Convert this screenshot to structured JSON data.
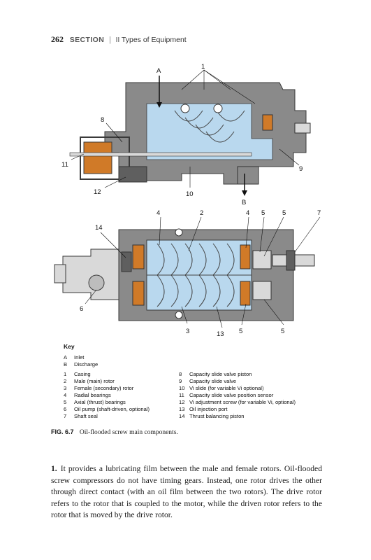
{
  "header": {
    "page_number": "262",
    "section": "SECTION",
    "part_roman": "II",
    "part_title": "Types of Equipment"
  },
  "figure": {
    "top_callouts": [
      "A",
      "1",
      "8",
      "11",
      "9",
      "12",
      "10",
      "B"
    ],
    "bottom_callouts": [
      "4",
      "2",
      "4",
      "5",
      "5",
      "7",
      "14",
      "6",
      "3",
      "13",
      "5",
      "5"
    ]
  },
  "key": {
    "title": "Key",
    "left_column": [
      {
        "n": "A",
        "label": "Inlet"
      },
      {
        "n": "B",
        "label": "Discharge"
      },
      {
        "n": "1",
        "label": "Casing"
      },
      {
        "n": "2",
        "label": "Male (main) rotor"
      },
      {
        "n": "3",
        "label": "Female (secondary) rotor"
      },
      {
        "n": "4",
        "label": "Radial bearings"
      },
      {
        "n": "5",
        "label": "Axial (thrust) bearings"
      },
      {
        "n": "6",
        "label": "Oil pump (shaft-driven, optional)"
      },
      {
        "n": "7",
        "label": "Shaft seal"
      }
    ],
    "right_column": [
      {
        "n": "8",
        "label": "Capacity slide valve piston"
      },
      {
        "n": "9",
        "label": "Capacity slide valve"
      },
      {
        "n": "10",
        "label": "Vi slide (for variable Vi optional)"
      },
      {
        "n": "11",
        "label": "Capacity slide valve position sensor"
      },
      {
        "n": "12",
        "label": "Vi adjustment screw (for variable Vi, optional)"
      },
      {
        "n": "13",
        "label": "Oil injection port"
      },
      {
        "n": "14",
        "label": "Thrust balancing piston"
      }
    ]
  },
  "caption": {
    "label": "FIG. 6.7",
    "text": "Oil-flooded screw main components."
  },
  "paragraph": {
    "number": "1.",
    "text": "It provides a lubricating film between the male and female rotors. Oil-flooded screw compressors do not have timing gears. Instead, one rotor drives the other through direct contact (with an oil film between the two rotors). The drive rotor refers to the rotor that is coupled to the motor, while the driven rotor refers to the rotor that is moved by the drive rotor."
  },
  "colors": {
    "casing": "#8a8a8a",
    "casing_dark": "#5f5f5f",
    "gas": "#b9d8ee",
    "bearing": "#d07a28",
    "shaft": "#d9d9d9"
  }
}
